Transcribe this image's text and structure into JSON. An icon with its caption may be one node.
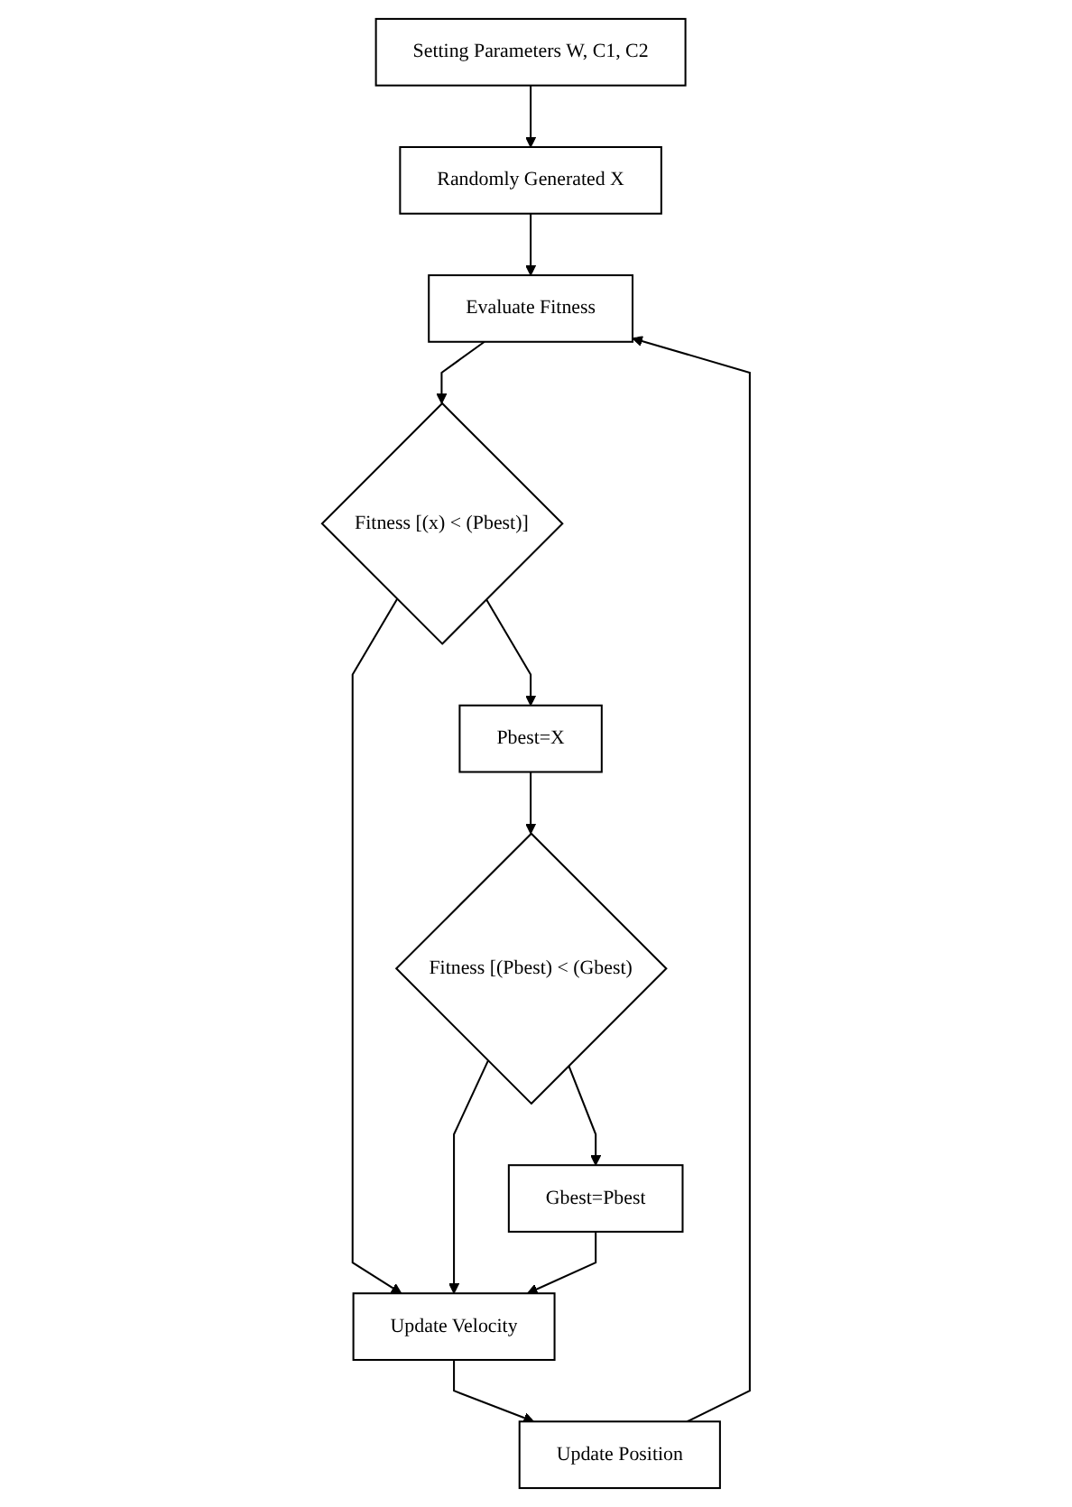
{
  "diagram": {
    "nodes": [
      {
        "text": [
          "Setting Parameters W, C1, C2"
        ]
      },
      {
        "text": [
          "Randomly Generated X"
        ]
      },
      {
        "text": [
          "Evaluate Fitness"
        ]
      },
      {
        "text": [
          "Fitness [(x) < (Pbest)]"
        ]
      },
      {
        "text": [
          "Pbest=X"
        ]
      },
      {
        "text": [
          "Fitness [(Pbest) < (Gbest)"
        ]
      },
      {
        "text": [
          "Gbest=Pbest"
        ]
      },
      {
        "text": [
          "Update Velocity"
        ]
      },
      {
        "text": [
          "Update Position"
        ]
      }
    ],
    "edges": [
      {
        "from": 0,
        "to": 1,
        "arrow": "to"
      },
      {
        "from": 1,
        "to": 2,
        "arrow": "to"
      },
      {
        "from": 2,
        "to": 3,
        "arrow": "to"
      },
      {
        "from": 3,
        "to": 4,
        "arrow": "to"
      },
      {
        "from": 4,
        "to": 5,
        "arrow": "to"
      },
      {
        "from": 5,
        "to": 6,
        "arrow": "to"
      },
      {
        "from": 3,
        "to": 7,
        "arrow": "to"
      },
      {
        "from": 5,
        "to": 7,
        "arrow": "to"
      },
      {
        "from": 6,
        "to": 7,
        "arrow": "to"
      },
      {
        "from": 7,
        "to": 8,
        "arrow": "to"
      },
      {
        "from": 8,
        "to": 2,
        "arrow": "to"
      }
    ]
  }
}
